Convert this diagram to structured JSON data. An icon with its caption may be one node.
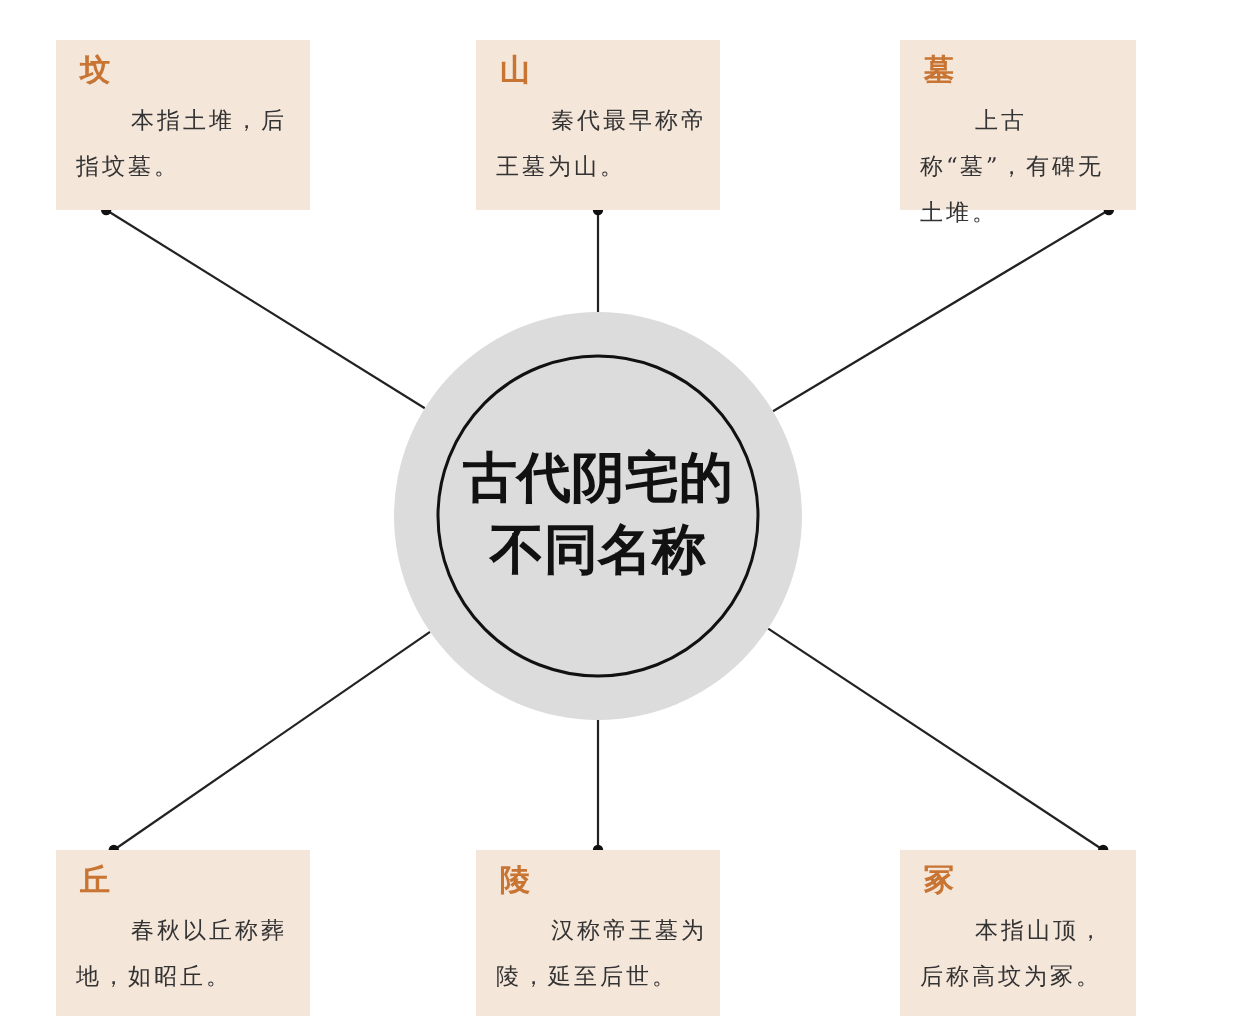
{
  "diagram": {
    "nodes": [
      {
        "text": [
          "古代阴宅的不同名称"
        ]
      },
      {
        "text": [
          "坟",
          "本指土堆，后指坟墓。"
        ]
      },
      {
        "text": [
          "山",
          "秦代最早称帝王墓为山。"
        ]
      },
      {
        "text": [
          "墓",
          "上古称“墓”，有碑无土堆。"
        ]
      },
      {
        "text": [
          "丘",
          "春秋以丘称葬地，如昭丘。"
        ]
      },
      {
        "text": [
          "陵",
          "汉称帝王墓为陵，延至后世。"
        ]
      },
      {
        "text": [
          "冢",
          "本指山顶，后称高坟为冢。"
        ]
      }
    ],
    "edges": [
      {
        "from": 0,
        "to": 1,
        "arrow": "other"
      },
      {
        "from": 0,
        "to": 2,
        "arrow": "other"
      },
      {
        "from": 0,
        "to": 3,
        "arrow": "other"
      },
      {
        "from": 0,
        "to": 4,
        "arrow": "other"
      },
      {
        "from": 0,
        "to": 5,
        "arrow": "other"
      },
      {
        "from": 0,
        "to": 6,
        "arrow": "other"
      }
    ]
  }
}
